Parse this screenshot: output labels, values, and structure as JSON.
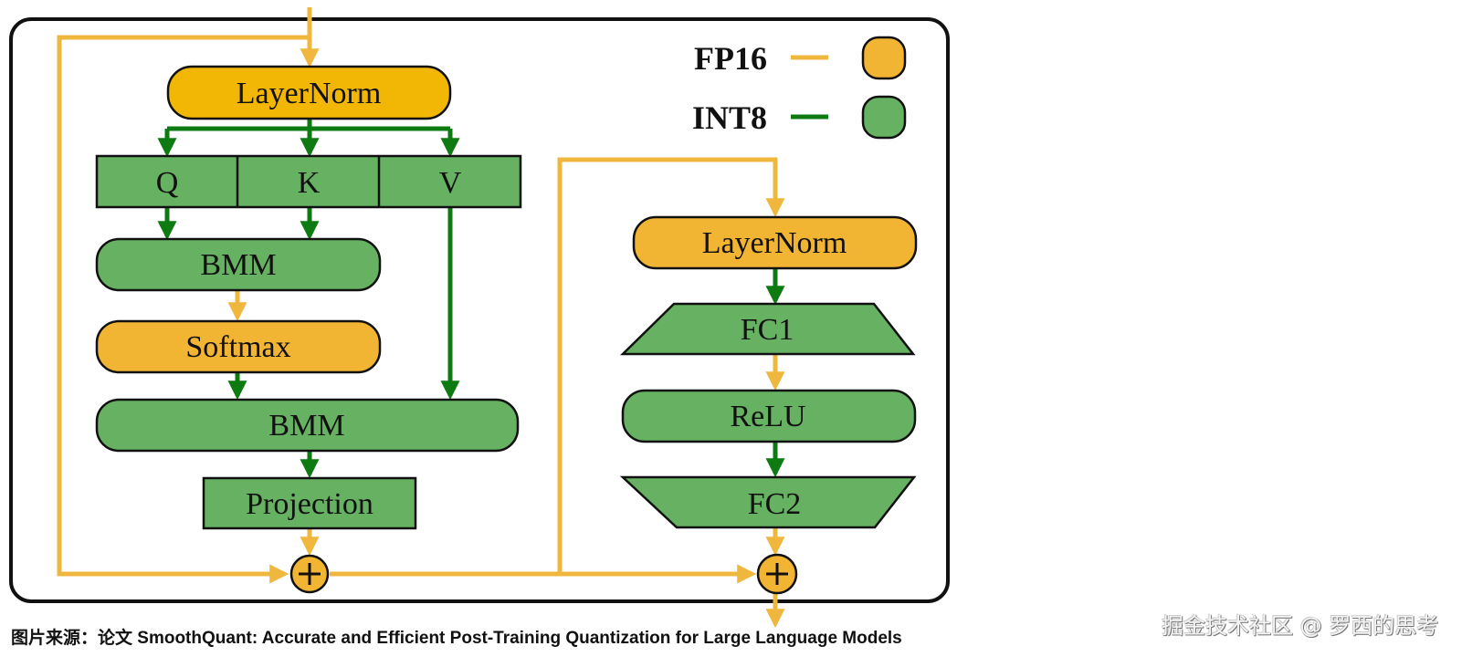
{
  "colors": {
    "fp16": "#f2b533",
    "fp16_line": "#f0b73e",
    "layernorm_top": "#f2b705",
    "int8": "#66b162",
    "int8_line": "#0e7a12",
    "border": "#111111"
  },
  "legend": {
    "fp16_label": "FP16",
    "int8_label": "INT8"
  },
  "attention": {
    "layernorm": "LayerNorm",
    "q": "Q",
    "k": "K",
    "v": "V",
    "bmm1": "BMM",
    "softmax": "Softmax",
    "bmm2": "BMM",
    "projection": "Projection",
    "add_symbol": "+"
  },
  "ffn": {
    "layernorm": "LayerNorm",
    "fc1": "FC1",
    "relu": "ReLU",
    "fc2": "FC2",
    "add_symbol": "+"
  },
  "caption": "图片来源：论文 SmoothQuant: Accurate and Efficient Post-Training Quantization for Large Language Models",
  "watermark": "掘金技术社区 @ 罗西的思考"
}
